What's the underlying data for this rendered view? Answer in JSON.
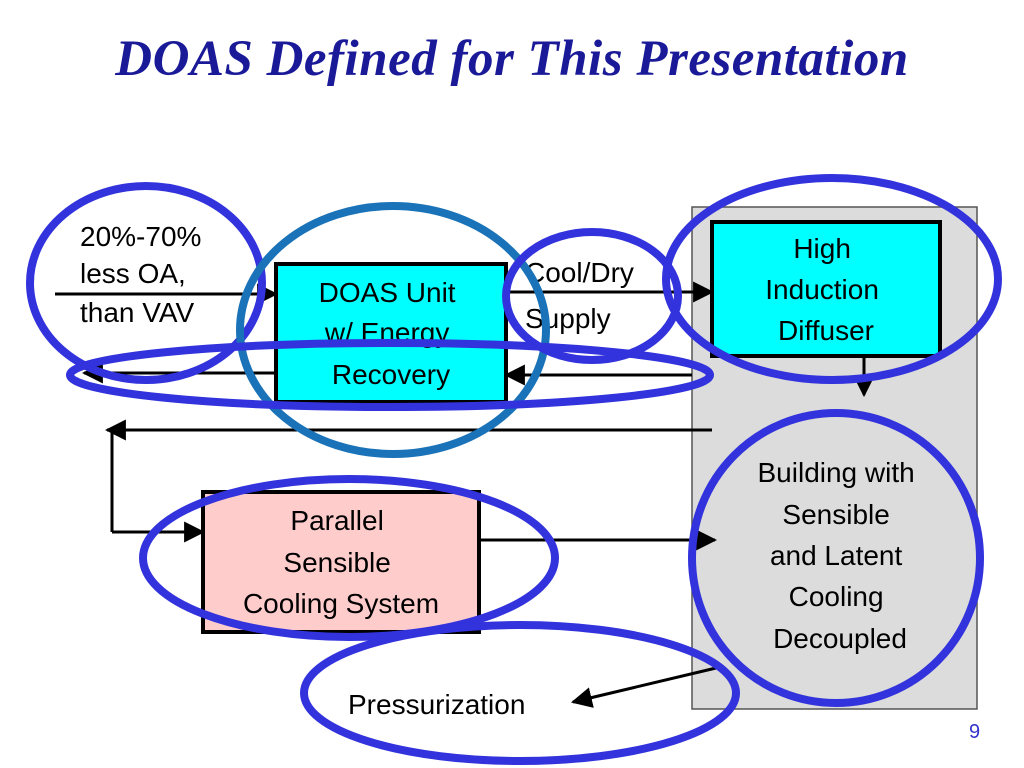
{
  "slide": {
    "title": "DOAS Defined for This Presentation",
    "page_number": "9"
  },
  "diagram": {
    "oa_note": [
      "20%-70%",
      "less OA,",
      "than VAV"
    ],
    "doas_box": [
      "DOAS Unit",
      "w/ Energy",
      "Recovery"
    ],
    "supply_label": [
      "Cool/Dry",
      "Supply"
    ],
    "diffuser_box": [
      "High",
      "Induction",
      "Diffuser"
    ],
    "building_box": [
      "Building with",
      "Sensible",
      "and Latent",
      "Cooling",
      "Decoupled"
    ],
    "parallel_box": [
      "Parallel",
      "Sensible",
      "Cooling System"
    ],
    "pressurization": "Pressurization"
  },
  "colors": {
    "title": "#1a1a99",
    "highlight_ellipse": "#3333dd",
    "doas_ellipse": "#1a73b8",
    "cyan_box": "#00ffff",
    "pink_box": "#ffcccc",
    "building_panel": "#dcdcdc",
    "page_number": "#3333cc"
  }
}
